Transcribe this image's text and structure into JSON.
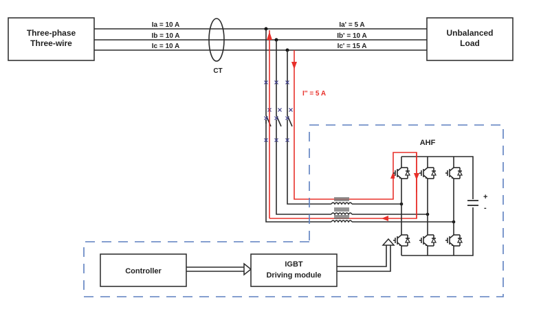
{
  "source": {
    "line1": "Three-phase",
    "line2": "Three-wire"
  },
  "load": {
    "line1": "Unbalanced",
    "line2": "Load"
  },
  "ct_label": "CT",
  "source_currents": [
    "Ia = 10 A",
    "Ib = 10 A",
    "Ic = 10 A"
  ],
  "load_currents": [
    "Ia' = 5 A",
    "Ib' = 10 A",
    "Ic' = 15 A"
  ],
  "compensation_current": "I'' = 5 A",
  "ahf_label": "AHF",
  "capacitor": {
    "plus": "+",
    "minus": "-"
  },
  "controller_label": "Controller",
  "driver": {
    "line1": "IGBT",
    "line2": "Driving module"
  },
  "colors": {
    "wire": "#2a2a2a",
    "compensation": "#e8302a",
    "boundary": "#5b7fbf"
  }
}
